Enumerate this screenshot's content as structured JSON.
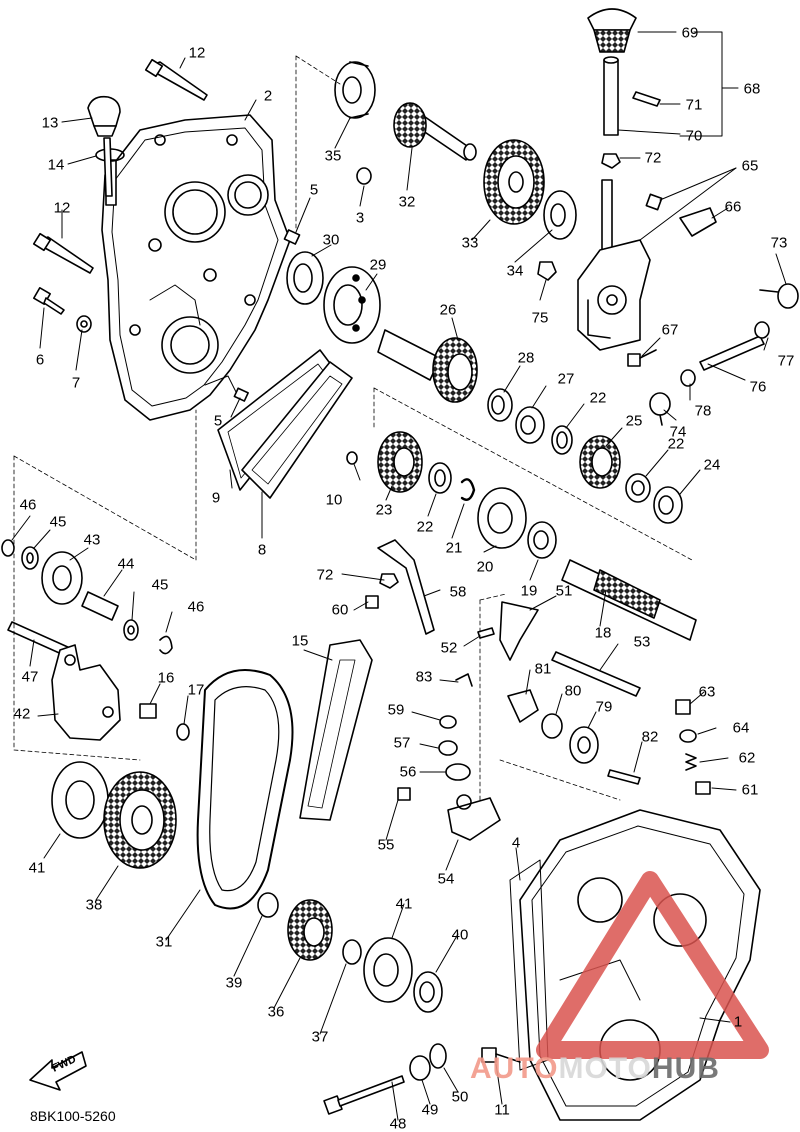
{
  "diagram": {
    "code": "8BK100-5260",
    "forward_label": "FWD",
    "watermark": {
      "part1": "AUTO",
      "part2": "MOTO",
      "part3": "HUB"
    },
    "callouts": [
      {
        "id": "c12a",
        "text": "12"
      },
      {
        "id": "c2",
        "text": "2"
      },
      {
        "id": "c13",
        "text": "13"
      },
      {
        "id": "c14",
        "text": "14"
      },
      {
        "id": "c12b",
        "text": "12"
      },
      {
        "id": "c6",
        "text": "6"
      },
      {
        "id": "c7",
        "text": "7"
      },
      {
        "id": "c5a",
        "text": "5"
      },
      {
        "id": "c5b",
        "text": "5"
      },
      {
        "id": "c3",
        "text": "3"
      },
      {
        "id": "c35",
        "text": "35"
      },
      {
        "id": "c30",
        "text": "30"
      },
      {
        "id": "c29",
        "text": "29"
      },
      {
        "id": "c32",
        "text": "32"
      },
      {
        "id": "c33",
        "text": "33"
      },
      {
        "id": "c34",
        "text": "34"
      },
      {
        "id": "c75",
        "text": "75"
      },
      {
        "id": "c69",
        "text": "69"
      },
      {
        "id": "c68",
        "text": "68"
      },
      {
        "id": "c71",
        "text": "71"
      },
      {
        "id": "c70",
        "text": "70"
      },
      {
        "id": "c72a",
        "text": "72"
      },
      {
        "id": "c65",
        "text": "65"
      },
      {
        "id": "c66",
        "text": "66"
      },
      {
        "id": "c73",
        "text": "73"
      },
      {
        "id": "c67",
        "text": "67"
      },
      {
        "id": "c77",
        "text": "77"
      },
      {
        "id": "c76",
        "text": "76"
      },
      {
        "id": "c78",
        "text": "78"
      },
      {
        "id": "c74",
        "text": "74"
      },
      {
        "id": "c26",
        "text": "26"
      },
      {
        "id": "c28",
        "text": "28"
      },
      {
        "id": "c27",
        "text": "27"
      },
      {
        "id": "c22a",
        "text": "22"
      },
      {
        "id": "c25",
        "text": "25"
      },
      {
        "id": "c22b",
        "text": "22"
      },
      {
        "id": "c24",
        "text": "24"
      },
      {
        "id": "c5c",
        "text": "5"
      },
      {
        "id": "c10",
        "text": "10"
      },
      {
        "id": "c9",
        "text": "9"
      },
      {
        "id": "c8",
        "text": "8"
      },
      {
        "id": "c23",
        "text": "23"
      },
      {
        "id": "c22c",
        "text": "22"
      },
      {
        "id": "c21",
        "text": "21"
      },
      {
        "id": "c20",
        "text": "20"
      },
      {
        "id": "c19",
        "text": "19"
      },
      {
        "id": "c18",
        "text": "18"
      },
      {
        "id": "c46a",
        "text": "46"
      },
      {
        "id": "c45a",
        "text": "45"
      },
      {
        "id": "c43",
        "text": "43"
      },
      {
        "id": "c44",
        "text": "44"
      },
      {
        "id": "c45b",
        "text": "45"
      },
      {
        "id": "c46b",
        "text": "46"
      },
      {
        "id": "c47",
        "text": "47"
      },
      {
        "id": "c42",
        "text": "42"
      },
      {
        "id": "c16",
        "text": "16"
      },
      {
        "id": "c17",
        "text": "17"
      },
      {
        "id": "c15",
        "text": "15"
      },
      {
        "id": "c72b",
        "text": "72"
      },
      {
        "id": "c58",
        "text": "58"
      },
      {
        "id": "c60",
        "text": "60"
      },
      {
        "id": "c51",
        "text": "51"
      },
      {
        "id": "c52",
        "text": "52"
      },
      {
        "id": "c53",
        "text": "53"
      },
      {
        "id": "c83",
        "text": "83"
      },
      {
        "id": "c81",
        "text": "81"
      },
      {
        "id": "c80",
        "text": "80"
      },
      {
        "id": "c79",
        "text": "79"
      },
      {
        "id": "c63",
        "text": "63"
      },
      {
        "id": "c64",
        "text": "64"
      },
      {
        "id": "c62",
        "text": "62"
      },
      {
        "id": "c61",
        "text": "61"
      },
      {
        "id": "c82",
        "text": "82"
      },
      {
        "id": "c59",
        "text": "59"
      },
      {
        "id": "c57",
        "text": "57"
      },
      {
        "id": "c56",
        "text": "56"
      },
      {
        "id": "c55",
        "text": "55"
      },
      {
        "id": "c54",
        "text": "54"
      },
      {
        "id": "c41a",
        "text": "41"
      },
      {
        "id": "c38",
        "text": "38"
      },
      {
        "id": "c31",
        "text": "31"
      },
      {
        "id": "c39",
        "text": "39"
      },
      {
        "id": "c36",
        "text": "36"
      },
      {
        "id": "c37",
        "text": "37"
      },
      {
        "id": "c41b",
        "text": "41"
      },
      {
        "id": "c40",
        "text": "40"
      },
      {
        "id": "c4",
        "text": "4"
      },
      {
        "id": "c1",
        "text": "1"
      },
      {
        "id": "c48",
        "text": "48"
      },
      {
        "id": "c49",
        "text": "49"
      },
      {
        "id": "c50",
        "text": "50"
      },
      {
        "id": "c11",
        "text": "11"
      }
    ]
  }
}
